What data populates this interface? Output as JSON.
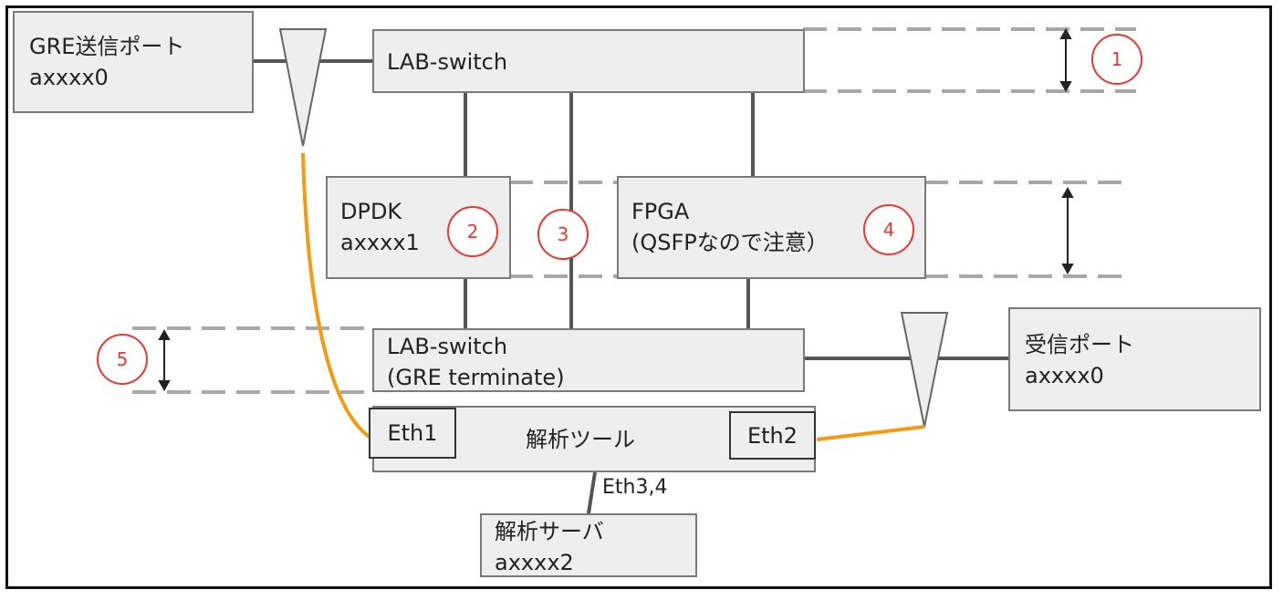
{
  "nodes": {
    "gre_sender": {
      "lines": [
        "GRE送信ポート",
        "axxxx0"
      ]
    },
    "lab_switch_top": {
      "lines": [
        "LAB-switch"
      ]
    },
    "dpdk": {
      "lines": [
        "DPDK",
        "axxxx1"
      ]
    },
    "fpga": {
      "lines": [
        "FPGA",
        "(QSFPなので注意）"
      ]
    },
    "lab_switch_bottom": {
      "lines": [
        "LAB-switch",
        "(GRE terminate)"
      ]
    },
    "receiver": {
      "lines": [
        "受信ポート",
        "axxxx0"
      ]
    },
    "analysis_tool": {
      "label": "解析ツール",
      "eth1": "Eth1",
      "eth2": "Eth2"
    },
    "analysis_server": {
      "lines": [
        "解析サーバ",
        "axxxx2"
      ]
    }
  },
  "link_label": "Eth3,4",
  "markers": [
    "1",
    "2",
    "3",
    "4",
    "5"
  ],
  "colors": {
    "tap_line": "#f39c12",
    "marker": "#e53935",
    "dashed": "#a8a8a8",
    "box_fill": "#eeeeee"
  }
}
